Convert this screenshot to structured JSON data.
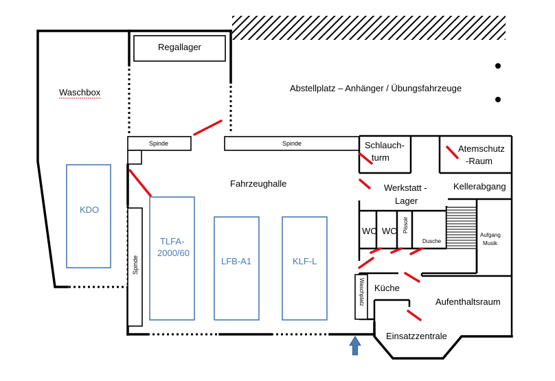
{
  "rooms": {
    "waschbox": "Waschbox",
    "regallager": "Regallager",
    "abstellplatz": "Abstellplatz – Anhänger / Übungsfahrzeuge",
    "fahrzeughalle": "Fahrzeughalle",
    "schlauchturm_1": "Schlauch-",
    "schlauchturm_2": "turm",
    "atemschutz_1": "Atemschutz",
    "atemschutz_2": "-Raum",
    "werkstatt_1": "Werkstatt -",
    "werkstatt_2": "Lager",
    "kellerabgang": "Kellerabgang",
    "wc1": "WC",
    "wc2": "WC",
    "pissoir": "Pissoir",
    "dusche": "Dusche",
    "aufgang_1": "Aufgang",
    "aufgang_2": "Musik",
    "waschplatz": "Waschplatz",
    "kueche": "Küche",
    "aufenthaltsraum": "Aufenthaltsraum",
    "einsatzzentrale": "Einsatzzentrale"
  },
  "spinde": {
    "left": "Spinde",
    "center": "Spinde",
    "vertical": "Spinde"
  },
  "vehicles": {
    "kdo": "KDO",
    "tlfa_1": "TLFA-",
    "tlfa_2": "2000/60",
    "lfb": "LFB-A1",
    "klf": "KLF-L"
  },
  "colors": {
    "wall": "#000000",
    "door": "#e0101a",
    "vehicle": "#4a7ab5",
    "arrow": "#4a7ab5"
  },
  "icons": {
    "entrance": "arrow-up-icon",
    "hatch": "hatched-area",
    "stairs": "stairs-icon"
  }
}
